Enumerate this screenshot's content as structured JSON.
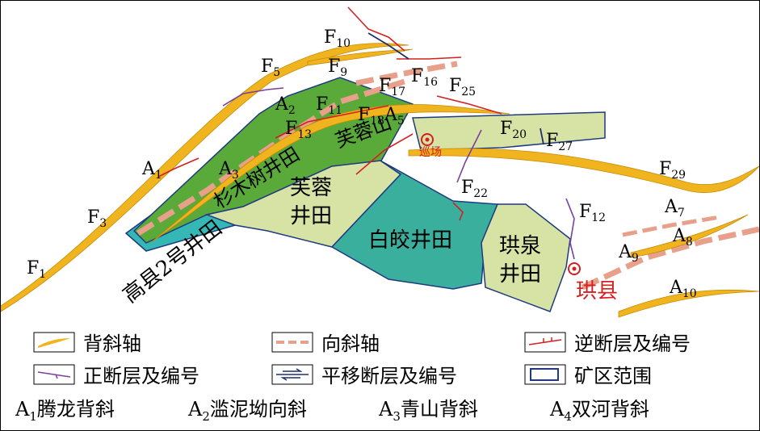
{
  "fields": {
    "gaoxian2": "高县2号井田",
    "shamushu": "杉木树井田",
    "furongshan": "芙蓉山",
    "furong": "芙蓉井田",
    "baijiao": "白皎井田",
    "gongquan": "珙泉井田"
  },
  "towns": {
    "xunchang": "巡场",
    "gongxian": "珙县"
  },
  "faults": [
    "F1",
    "F3",
    "F5",
    "F9",
    "F10",
    "F11",
    "F12",
    "F13",
    "F16",
    "F17",
    "F18",
    "F20",
    "F22",
    "F25",
    "F27",
    "F29"
  ],
  "folds": [
    "A1",
    "A2",
    "A3",
    "A5",
    "A7",
    "A8",
    "A9",
    "A10"
  ],
  "legend": {
    "anticline": "背斜轴",
    "syncline": "向斜轴",
    "reverse": "逆断层及编号",
    "normal": "正断层及编号",
    "strike_slip": "平移断层及编号",
    "mine": "矿区范围"
  },
  "anticlines": [
    {
      "code": "A",
      "sub": "1",
      "name": "腾龙背斜"
    },
    {
      "code": "A",
      "sub": "2",
      "name": "滥泥坳向斜"
    },
    {
      "code": "A",
      "sub": "3",
      "name": "青山背斜"
    },
    {
      "code": "A",
      "sub": "4",
      "name": "双河背斜"
    }
  ],
  "colors": {
    "anticline": "#f0b41e",
    "syncline": "#e8a08a",
    "reverse": "#d42020",
    "normal": "#7b3f9e",
    "strike_slip": "#1f2f6e",
    "boundary": "#1f3a80",
    "green_dark": "#5aaa3a",
    "green_light": "#d6e3a4",
    "teal": "#3aaf9e",
    "cyan": "#35b7b5"
  }
}
